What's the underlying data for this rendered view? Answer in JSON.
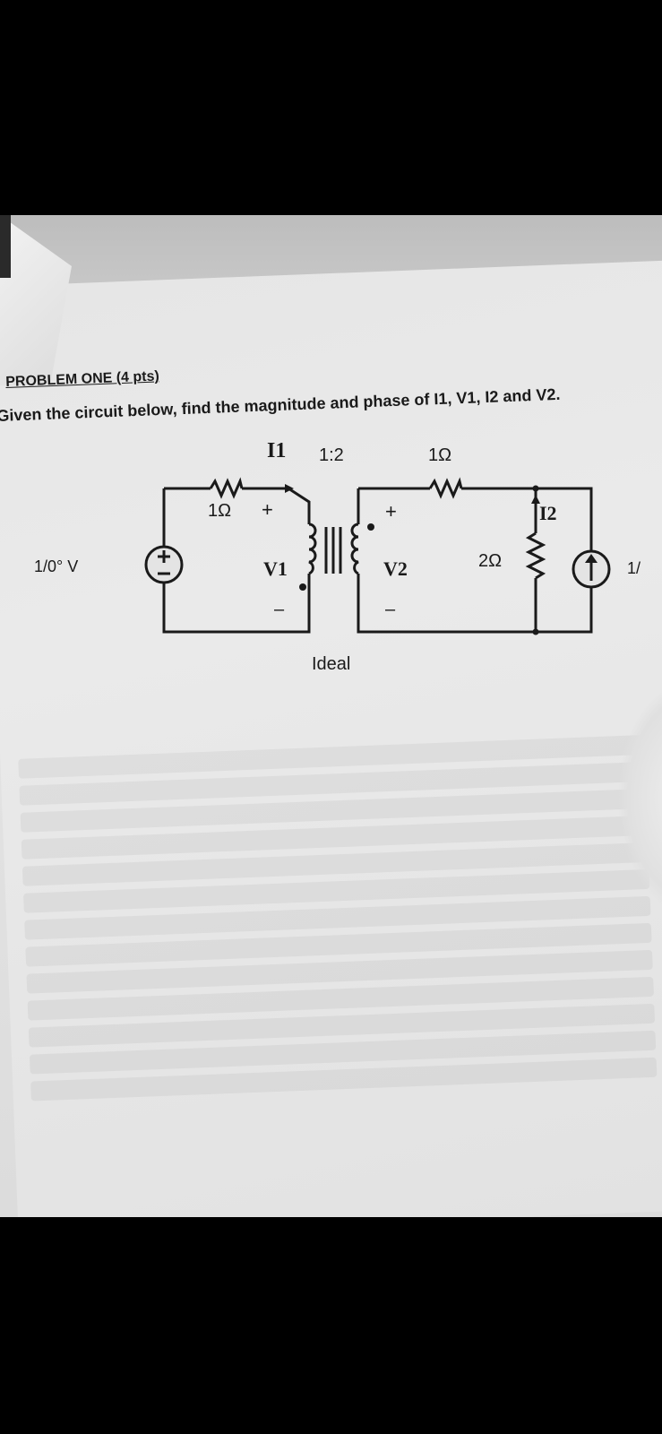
{
  "problem": {
    "title": "PROBLEM ONE (4 pts)",
    "instruction": "Given the circuit below, find the magnitude and phase of I1, V1, I2 and V2."
  },
  "circuit": {
    "source_label": "1/0° V",
    "current_source_label": "1/",
    "i1_label": "I1",
    "ratio_label": "1:2",
    "r1_label": "1Ω",
    "r2_label": "1Ω",
    "r3_label": "2Ω",
    "i2_label": "I2",
    "v1_label": "V1",
    "v2_label": "V2",
    "plus_sign": "+",
    "minus_sign": "–",
    "transformer_label": "Ideal"
  }
}
